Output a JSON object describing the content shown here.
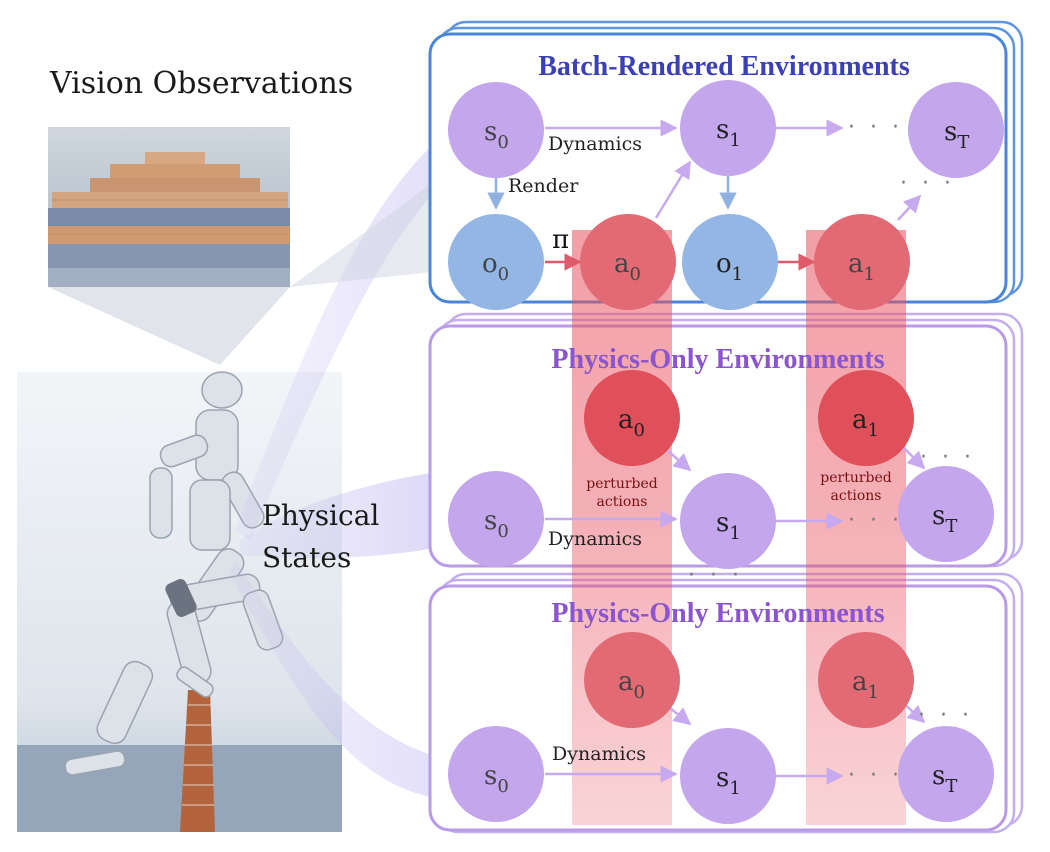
{
  "labels": {
    "vision_observations": "Vision Observations",
    "physical_states_line1": "Physical",
    "physical_states_line2": "States",
    "panel_batch_title": "Batch-Rendered Environments",
    "panel_physics_title_1": "Physics-Only Environments",
    "panel_physics_title_2": "Physics-Only Environments",
    "dynamics": "Dynamics",
    "render": "Render",
    "policy": "π",
    "perturbed_line1": "perturbed",
    "perturbed_line2": "actions",
    "ellipsis": "· · ·",
    "between_panels": "· · ·"
  },
  "nodes": {
    "s0": "s",
    "s0_sub": "0",
    "s1": "s",
    "s1_sub": "1",
    "sT": "s",
    "sT_sub": "T",
    "o0": "o",
    "o0_sub": "0",
    "o1": "o",
    "o1_sub": "1",
    "a0": "a",
    "a0_sub": "0",
    "a1": "a",
    "a1_sub": "1"
  },
  "colors": {
    "batch_border": "#4a86d8",
    "physics_border": "#b89ae6",
    "batch_title": "#3b3fb8",
    "physics_title": "#8a55cf",
    "state_node": "#c3a6ec",
    "obs_node": "#93b6e4",
    "action_node": "#e0505a",
    "action_node_faded": "#e8707a",
    "arrow_state": "#c7a9ef",
    "arrow_action": "#e05a6a",
    "arrow_render": "#8fb1e0"
  }
}
